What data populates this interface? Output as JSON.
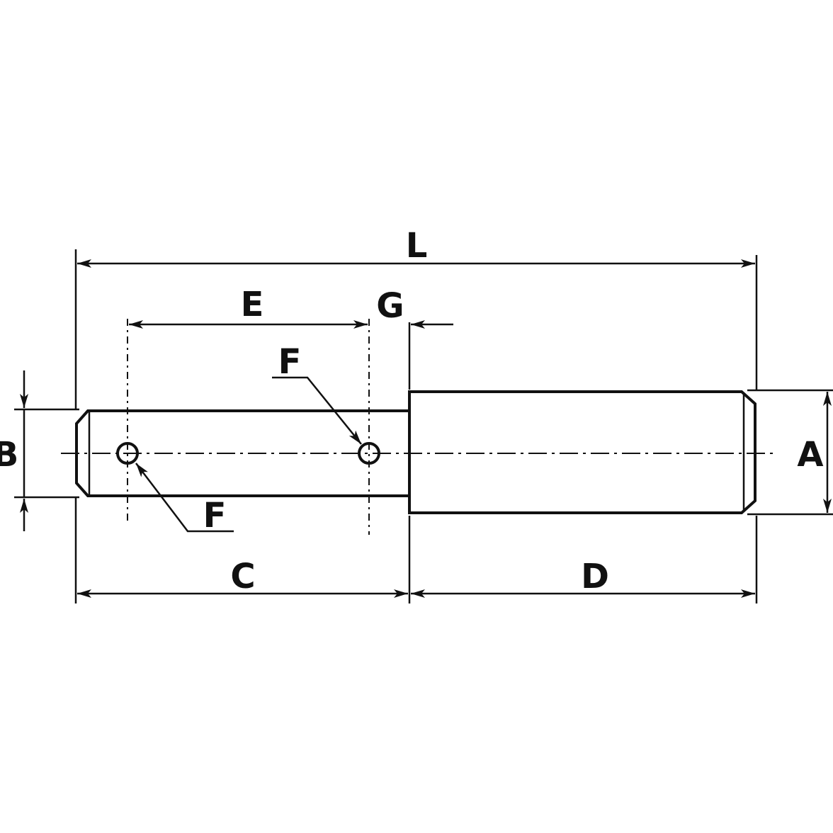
{
  "diagram": {
    "labels": {
      "L": "L",
      "E": "E",
      "G": "G",
      "F_upper": "F",
      "F_lower": "F",
      "B": "B",
      "A": "A",
      "C": "C",
      "D": "D"
    },
    "colors": {
      "line": "#111111",
      "background": "#ffffff"
    }
  }
}
